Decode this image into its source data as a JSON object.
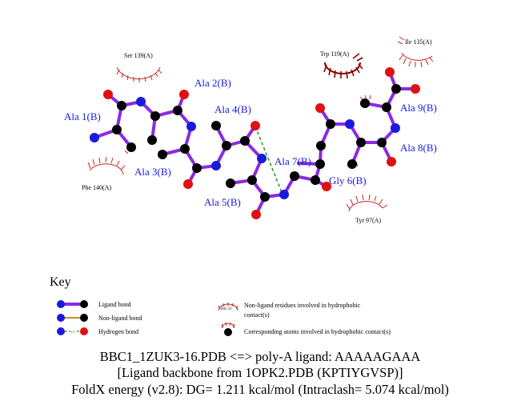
{
  "residues": [
    {
      "id": "ala1",
      "label": "Ala 1(B)"
    },
    {
      "id": "ala2",
      "label": "Ala 2(B)"
    },
    {
      "id": "ala3",
      "label": "Ala 3(B)"
    },
    {
      "id": "ala4",
      "label": "Ala 4(B)"
    },
    {
      "id": "ala5",
      "label": "Ala 5(B)"
    },
    {
      "id": "gly6",
      "label": "Gly 6(B)"
    },
    {
      "id": "ala7",
      "label": "Ala 7(B)"
    },
    {
      "id": "ala8",
      "label": "Ala 8(B)"
    },
    {
      "id": "ala9",
      "label": "Ala 9(B)"
    }
  ],
  "contacts": [
    {
      "id": "ser139",
      "label": "Ser 139(A)"
    },
    {
      "id": "trp119",
      "label": "Trp 119(A)"
    },
    {
      "id": "ile135",
      "label": "Ile 135(A)"
    },
    {
      "id": "phe140",
      "label": "Phe 140(A)"
    },
    {
      "id": "tyr97",
      "label": "Tyr 97(A)"
    }
  ],
  "key": {
    "title": "Key",
    "ligand_bond": "Ligand bond",
    "nonligand_bond": "Non-ligand bond",
    "hydrogen_bond": "Hydrogen bond",
    "hbond_length": "3.0",
    "sample_residue": "His 53",
    "nonligand_residues_line1": "Non-ligand residues involved in hydrophobic",
    "nonligand_residues_line2": "contact(s)",
    "corresponding_atoms": "Corresponding atoms involved in hydrophobic contact(s)"
  },
  "caption": {
    "line1": "BBC1_1ZUK3-16.PDB <=> poly-A ligand: AAAAAGAAA",
    "line2": "[Ligand backbone from 1OPK2.PDB (KPTIYGVSP)]",
    "line3": "FoldX energy (v2.8): DG= 1.211 kcal/mol (Intraclash= 5.074 kcal/mol)"
  },
  "colors": {
    "ligand_bond": "#8a2be2",
    "nonligand_bond": "#d2871e",
    "hydrogen_bond": "#2e8b2e",
    "carbon": "#000000",
    "nitrogen": "#1a1adc",
    "oxygen": "#e01010",
    "residue_label": "#1a1adc",
    "hydrophobic_arc": "#c8281e",
    "strong_arc": "#8b0000"
  }
}
